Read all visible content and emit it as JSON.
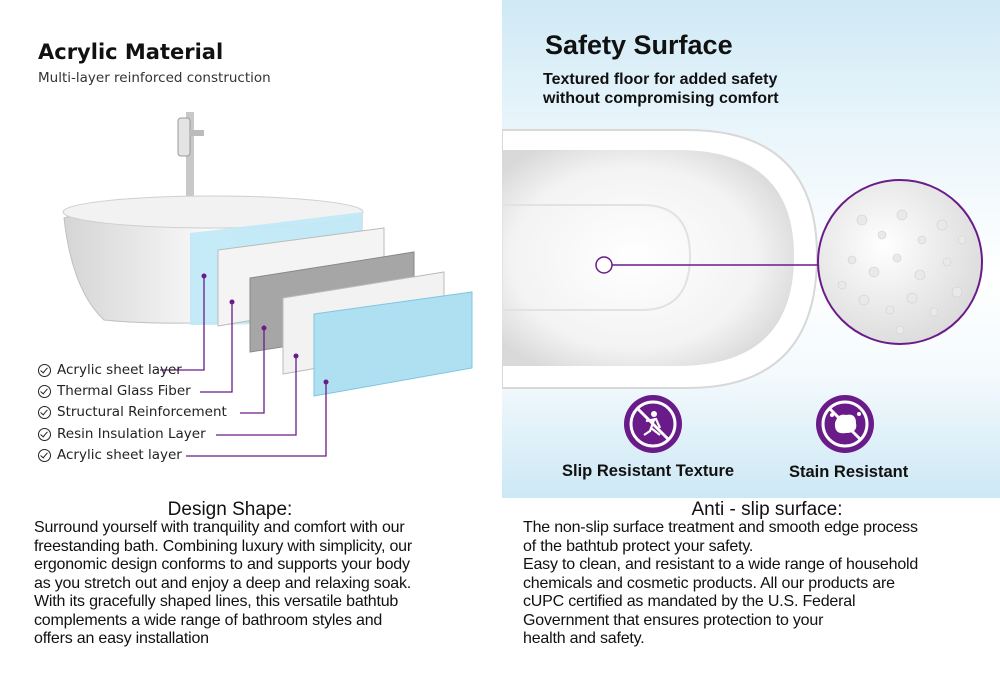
{
  "left": {
    "title": "Acrylic Material",
    "subtitle": "Multi-layer reinforced construction",
    "layers": [
      "Acrylic sheet layer",
      "Thermal Glass Fiber",
      "Structural Reinforcement",
      "Resin Insulation Layer",
      "Acrylic sheet layer"
    ],
    "design_title": "Design Shape:",
    "design_lines": [
      "Surround yourself with tranquility and comfort with our",
      "freestanding bath. Combining luxury with simplicity, our",
      "ergonomic design conforms to and supports your body",
      "as you stretch out and enjoy a deep and relaxing soak.",
      "With its gracefully shaped lines, this versatile bathtub",
      "complements a wide range of bathroom styles and",
      "offers an easy installation"
    ]
  },
  "right": {
    "title": "Safety Surface",
    "subtitle_line1": "Textured floor for added safety",
    "subtitle_line2": "without compromising comfort",
    "badges": [
      "Slip Resistant Texture",
      "Stain Resistant"
    ],
    "antislip_title": "Anti - slip surface:",
    "antislip_lines": [
      "The non-slip surface treatment and smooth edge process",
      "of the bathtub protect your safety.",
      "Easy to clean, and resistant to a wide range of household",
      "chemicals and cosmetic products. All our products are",
      "cUPC certified as mandated by the U.S. Federal",
      "Government that ensures protection to your",
      "health and safety."
    ]
  },
  "colors": {
    "accent": "#6a1b8a",
    "layer_blue": "#aee0f2",
    "layer_gray": "#a6a6a6"
  }
}
